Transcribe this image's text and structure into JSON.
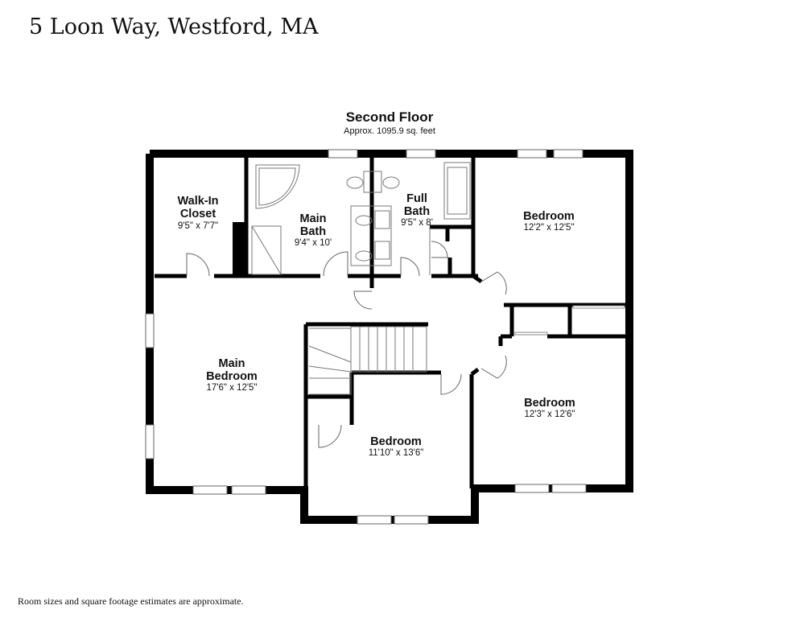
{
  "header": {
    "address": "5 Loon Way, Westford, MA"
  },
  "floor": {
    "name": "Second Floor",
    "area": "Approx. 1095.9 sq. feet"
  },
  "rooms": {
    "walk_in_closet": {
      "name_line1": "Walk-In",
      "name_line2": "Closet",
      "dims": "9'5\" x 7'7\""
    },
    "main_bath": {
      "name_line1": "Main",
      "name_line2": "Bath",
      "dims": "9'4\" x 10'"
    },
    "full_bath": {
      "name_line1": "Full",
      "name_line2": "Bath",
      "dims": "9'5\" x 8'"
    },
    "bedroom_ne": {
      "name": "Bedroom",
      "dims": "12'2\" x 12'5\""
    },
    "main_bedroom": {
      "name_line1": "Main",
      "name_line2": "Bedroom",
      "dims": "17'6\" x 12'5\""
    },
    "bedroom_center": {
      "name": "Bedroom",
      "dims": "11'10\" x 13'6\""
    },
    "bedroom_se": {
      "name": "Bedroom",
      "dims": "12'3\" x 12'6\""
    }
  },
  "footer": {
    "note": "Room sizes and square footage estimates are approximate."
  }
}
